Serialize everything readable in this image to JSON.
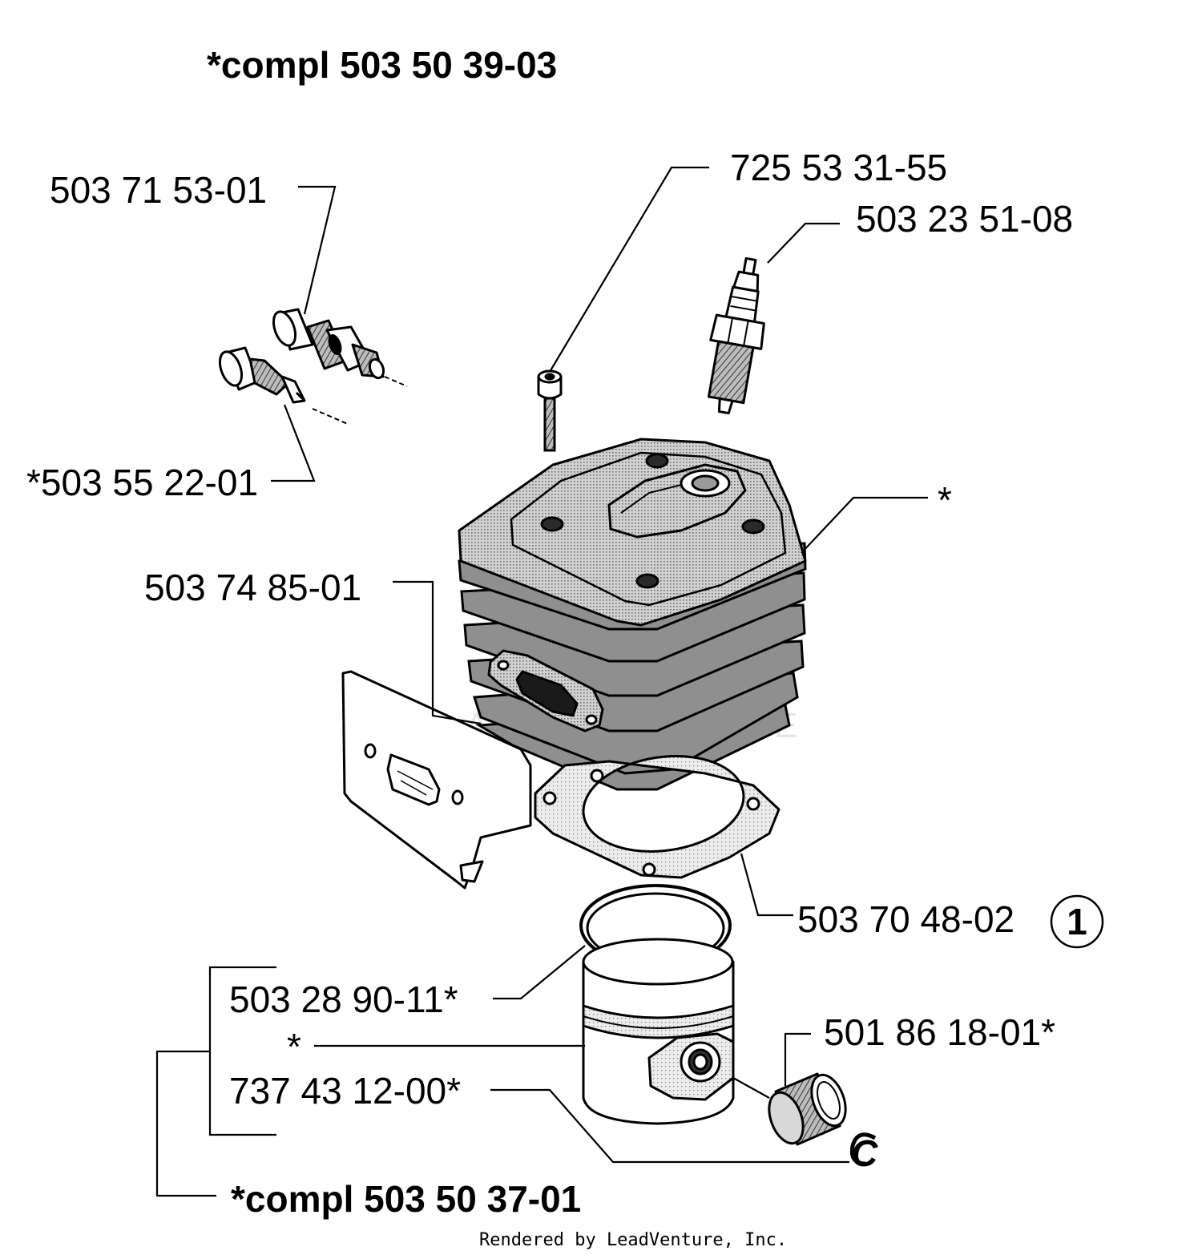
{
  "labels": {
    "cylinder_kit": "*compl 503 50 39-03",
    "decompression_valve": "503 71 53-01",
    "adjuster_screw": "*503 55 22-01",
    "screw": "725 53 31-55",
    "spark_plug": "503 23 51-08",
    "cylinder": "*",
    "heat_shield": "503 74 85-01",
    "cylinder_gasket": "503 70 48-02",
    "callout": "1",
    "piston_ring": "503 28 90-11*",
    "piston": "*",
    "piston_pin": "737 43 12-00*",
    "needle_bearing": "501 86 18-01*",
    "circlip": "C",
    "piston_kit": "*compl 503 50 37-01"
  },
  "watermark": "LEADVENTURE",
  "footer": "Rendered by LeadVenture, Inc."
}
